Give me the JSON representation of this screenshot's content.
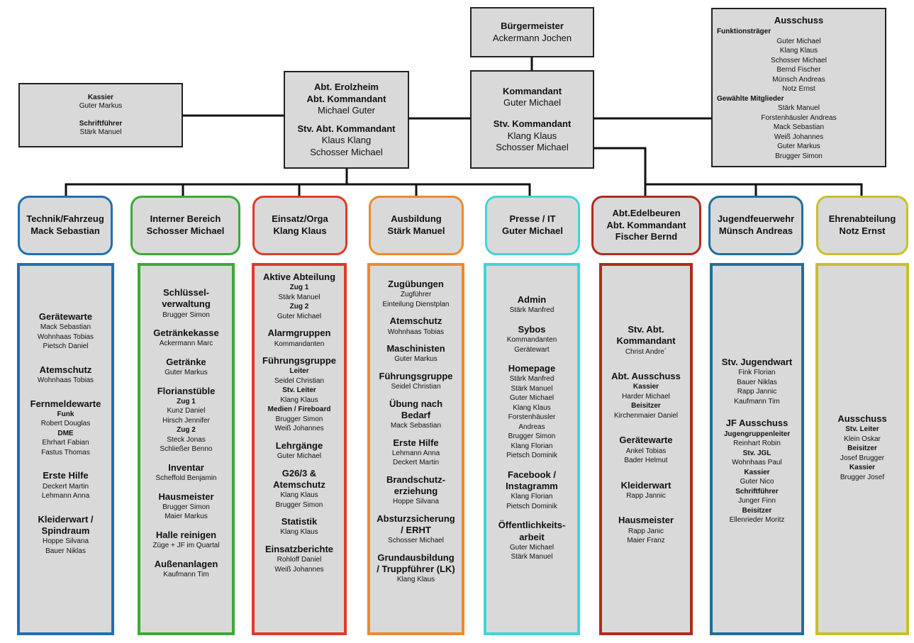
{
  "top": {
    "buergermeister": {
      "title": "Bürgermeister",
      "name": "Ackermann Jochen"
    },
    "kassier_box": {
      "kassier_title": "Kassier",
      "kassier_name": "Guter Markus",
      "schrift_title": "Schriftführer",
      "schrift_name": "Stärk Manuel"
    },
    "erolzheim": {
      "line1": "Abt. Erolzheim",
      "line2": "Abt. Kommandant",
      "name": "Michael Guter",
      "stv_title": "Stv. Abt. Kommandant",
      "stv1": "Klaus Klang",
      "stv2": "Schosser Michael"
    },
    "kommandant": {
      "title": "Kommandant",
      "name": "Guter Michael",
      "stv_title": "Stv. Kommandant",
      "stv1": "Klang Klaus",
      "stv2": "Schosser Michael"
    },
    "ausschuss": {
      "title": "Ausschuss",
      "funk_title": "Funktionsträger",
      "funk": [
        "Guter Michael",
        "Klang Klaus",
        "Schosser Michael",
        "Bernd Fischer",
        "Münsch Andreas",
        "Notz Ernst"
      ],
      "gew_title": "Gewählte Mitglieder",
      "gew": [
        "Stärk Manuel",
        "Forstenhäusler Andreas",
        "Mack Sebastian",
        "Weiß Johannes",
        "Guter Markus",
        "Brugger Simon"
      ]
    }
  },
  "teams": [
    {
      "line1": "Technik/Fahrzeug",
      "line2": "Mack Sebastian",
      "color": "#1f6fb5"
    },
    {
      "line1": "Interner Bereich",
      "line2": "Schosser Michael",
      "color": "#3aaa35"
    },
    {
      "line1": "Einsatz/Orga",
      "line2": "Klang Klaus",
      "color": "#e03a2a"
    },
    {
      "line1": "Ausbildung",
      "line2": "Stärk Manuel",
      "color": "#ee8a2a"
    },
    {
      "line1": "Presse / IT",
      "line2": "Guter Michael",
      "color": "#3fd6d6"
    },
    {
      "line1": "Abt.Edelbeuren",
      "line2": "Abt. Kommandant",
      "line3": "Fischer Bernd",
      "color": "#b02a1e"
    },
    {
      "line1": "Jugendfeuerwehr",
      "line2": "Münsch Andreas",
      "color": "#1f6f9a"
    },
    {
      "line1": "Ehrenabteilung",
      "line2": "Notz Ernst",
      "color": "#c8c02a"
    }
  ],
  "columns": [
    {
      "groups": [
        {
          "t": [
            "Gerätewarte"
          ],
          "items": [
            {
              "v": "Mack Sebastian"
            },
            {
              "v": "Wohnhaas Tobias"
            },
            {
              "v": "Pietsch Daniel"
            }
          ]
        },
        {
          "t": [
            "Atemschutz"
          ],
          "items": [
            {
              "v": "Wohnhaas Tobias"
            }
          ]
        },
        {
          "t": [
            "Fernmeldewarte"
          ],
          "items": [
            {
              "v": "Funk",
              "b": true
            },
            {
              "v": "Robert Douglas"
            },
            {
              "v": "DME",
              "b": true
            },
            {
              "v": "Ehrhart Fabian"
            },
            {
              "v": "Fastus Thomas"
            }
          ]
        },
        {
          "t": [
            "Erste Hilfe"
          ],
          "items": [
            {
              "v": "Deckert Martin"
            },
            {
              "v": "Lehmann Anna"
            }
          ]
        },
        {
          "t": [
            "Kleiderwart /",
            "Spindraum"
          ],
          "items": [
            {
              "v": "Hoppe Silvana"
            },
            {
              "v": "Bauer Niklas"
            }
          ]
        }
      ]
    },
    {
      "groups": [
        {
          "t": [
            "Schlüssel-",
            "verwaltung"
          ],
          "items": [
            {
              "v": "Brugger Simon"
            }
          ]
        },
        {
          "t": [
            "Getränkekasse"
          ],
          "items": [
            {
              "v": "Ackermann Marc"
            }
          ]
        },
        {
          "t": [
            "Getränke"
          ],
          "items": [
            {
              "v": "Guter Markus"
            }
          ]
        },
        {
          "t": [
            "Florianstüble"
          ],
          "items": [
            {
              "v": "Zug 1",
              "b": true
            },
            {
              "v": "Kunz Daniel"
            },
            {
              "v": "Hirsch Jennifer"
            },
            {
              "v": "Zug 2",
              "b": true
            },
            {
              "v": "Steck Jonas"
            },
            {
              "v": "Schließer Benno"
            }
          ]
        },
        {
          "t": [
            "Inventar"
          ],
          "items": [
            {
              "v": "Scheffold Benjamin"
            }
          ]
        },
        {
          "t": [
            "Hausmeister"
          ],
          "items": [
            {
              "v": "Brugger Simon"
            },
            {
              "v": "Maier Markus"
            }
          ]
        },
        {
          "t": [
            "Halle reinigen"
          ],
          "items": [
            {
              "v": "Züge + JF im Quartal"
            }
          ]
        },
        {
          "t": [
            "Außenanlagen"
          ],
          "items": [
            {
              "v": "Kaufmann Tim"
            }
          ]
        }
      ]
    },
    {
      "groups": [
        {
          "t": [
            "Aktive Abteilung"
          ],
          "items": [
            {
              "v": "Zug 1",
              "b": true
            },
            {
              "v": "Stärk Manuel"
            },
            {
              "v": "Zug 2",
              "b": true
            },
            {
              "v": "Guter Michael"
            }
          ]
        },
        {
          "t": [
            "Alarmgruppen"
          ],
          "items": [
            {
              "v": "Kommandanten"
            }
          ]
        },
        {
          "t": [
            "Führungsgruppe"
          ],
          "items": [
            {
              "v": "Leiter",
              "b": true
            },
            {
              "v": "Seidel Christian"
            },
            {
              "v": "Stv. Leiter",
              "b": true
            },
            {
              "v": "Klang Klaus"
            },
            {
              "v": "Medien / Fireboard",
              "b": true
            },
            {
              "v": "Brugger Simon"
            },
            {
              "v": "Weiß Johannes"
            }
          ]
        },
        {
          "t": [
            "Lehrgänge"
          ],
          "items": [
            {
              "v": "Guter Michael"
            }
          ]
        },
        {
          "t": [
            "G26/3 &",
            "Atemschutz"
          ],
          "items": [
            {
              "v": "Klang Klaus"
            },
            {
              "v": "Brugger Simon"
            }
          ]
        },
        {
          "t": [
            "Statistik"
          ],
          "items": [
            {
              "v": "Klang Klaus"
            }
          ]
        },
        {
          "t": [
            "Einsatzberichte"
          ],
          "items": [
            {
              "v": "Rohloff Daniel"
            },
            {
              "v": "Weiß Johannes"
            }
          ]
        }
      ]
    },
    {
      "groups": [
        {
          "t": [
            "Zugübungen"
          ],
          "items": [
            {
              "v": "Zugführer"
            },
            {
              "v": "Einteilung Dienstplan"
            }
          ]
        },
        {
          "t": [
            "Atemschutz"
          ],
          "items": [
            {
              "v": "Wohnhaas Tobias"
            }
          ]
        },
        {
          "t": [
            "Maschinisten"
          ],
          "items": [
            {
              "v": "Guter Markus"
            }
          ]
        },
        {
          "t": [
            "Führungsgruppe"
          ],
          "items": [
            {
              "v": "Seidel Christian"
            }
          ]
        },
        {
          "t": [
            "Übung nach",
            "Bedarf"
          ],
          "items": [
            {
              "v": "Mack Sebastian"
            }
          ]
        },
        {
          "t": [
            "Erste Hilfe"
          ],
          "items": [
            {
              "v": "Lehmann Anna"
            },
            {
              "v": "Deckert Martin"
            }
          ]
        },
        {
          "t": [
            "Brandschutz-",
            "erziehung"
          ],
          "items": [
            {
              "v": "Hoppe Silvana"
            }
          ]
        },
        {
          "t": [
            "Absturzsicherung",
            "/ ERHT"
          ],
          "items": [
            {
              "v": "Schosser Michael"
            }
          ]
        },
        {
          "t": [
            "Grundausbildung",
            "/ Truppführer (LK)"
          ],
          "items": [
            {
              "v": "Klang Klaus"
            }
          ]
        }
      ]
    },
    {
      "groups": [
        {
          "t": [
            "Admin"
          ],
          "items": [
            {
              "v": "Stärk Manfred"
            }
          ]
        },
        {
          "t": [
            "Sybos"
          ],
          "items": [
            {
              "v": "Kommandanten"
            },
            {
              "v": "Gerätewart"
            }
          ]
        },
        {
          "t": [
            "Homepage"
          ],
          "items": [
            {
              "v": "Stärk Manfred"
            },
            {
              "v": "Stärk Manuel"
            },
            {
              "v": "Guter Michael"
            },
            {
              "v": "Klang Klaus"
            },
            {
              "v": "Forstenhäusler"
            },
            {
              "v": "Andreas"
            },
            {
              "v": "Brugger Simon"
            },
            {
              "v": "Klang Florian"
            },
            {
              "v": "Pietsch Dominik"
            }
          ]
        },
        {
          "t": [
            "Facebook /",
            "Instagramm"
          ],
          "items": [
            {
              "v": "Klang Florian"
            },
            {
              "v": "Pietsch Dominik"
            }
          ]
        },
        {
          "t": [
            "Öffentlichkeits-",
            "arbeit"
          ],
          "items": [
            {
              "v": "Guter Michael"
            },
            {
              "v": "Stärk Manuel"
            }
          ]
        }
      ]
    },
    {
      "groups": [
        {
          "t": [
            "Stv. Abt.",
            "Kommandant"
          ],
          "items": [
            {
              "v": "Christ Andre´"
            }
          ]
        },
        {
          "t": [
            "Abt. Ausschuss"
          ],
          "items": [
            {
              "v": "Kassier",
              "b": true
            },
            {
              "v": "Harder Michael"
            },
            {
              "v": "Beisitzer",
              "b": true
            },
            {
              "v": "Kirchenmaier Daniel"
            }
          ]
        },
        {
          "t": [
            "Gerätewarte"
          ],
          "items": [
            {
              "v": "Ankel Tobias"
            },
            {
              "v": "Bader Helmut"
            }
          ]
        },
        {
          "t": [
            "Kleiderwart"
          ],
          "items": [
            {
              "v": "Rapp Jannic"
            }
          ]
        },
        {
          "t": [
            "Hausmeister"
          ],
          "items": [
            {
              "v": "Rapp Janic"
            },
            {
              "v": "Maier Franz"
            }
          ]
        }
      ]
    },
    {
      "groups": [
        {
          "t": [
            "Stv. Jugendwart"
          ],
          "items": [
            {
              "v": "Fink Florian"
            },
            {
              "v": "Bauer Niklas"
            },
            {
              "v": "Rapp Jannic"
            },
            {
              "v": "Kaufmann Tim"
            }
          ]
        },
        {
          "t": [
            "JF Ausschuss"
          ],
          "items": [
            {
              "v": "Jugengruppenleiter",
              "b": true
            },
            {
              "v": "Reinhart Robin"
            },
            {
              "v": "Stv. JGL",
              "b": true
            },
            {
              "v": "Wohnhaas Paul"
            },
            {
              "v": "Kassier",
              "b": true
            },
            {
              "v": "Guter Nico"
            },
            {
              "v": "Schriftführer",
              "b": true
            },
            {
              "v": "Junger Finn"
            },
            {
              "v": "Beisitzer",
              "b": true
            },
            {
              "v": "Ellenrieder Moritz"
            }
          ]
        }
      ]
    },
    {
      "groups": [
        {
          "t": [
            "Ausschuss"
          ],
          "items": [
            {
              "v": "Stv. Leiter",
              "b": true
            },
            {
              "v": "Klein Oskar"
            },
            {
              "v": "Beisitzer",
              "b": true
            },
            {
              "v": "Josef Brugger"
            },
            {
              "v": "Kassier",
              "b": true
            },
            {
              "v": "Brugger Josef"
            }
          ]
        }
      ]
    }
  ]
}
